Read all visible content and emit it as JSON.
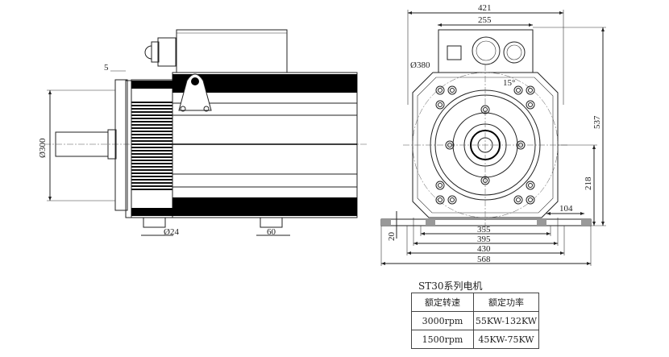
{
  "side_view": {
    "dims": {
      "flange_gap": "5",
      "flange_diameter": "Ø300",
      "foot_hole": "Ø24",
      "foot_width": "60"
    }
  },
  "front_view": {
    "dims": {
      "overall_width": "421",
      "box_width": "255",
      "bolt_circle": "Ø380",
      "angle": "15°",
      "height": "537",
      "center_height": "218",
      "foot_offset": "104",
      "base_thickness": "20",
      "width_355": "355",
      "width_395": "395",
      "width_430": "430",
      "width_568": "568"
    }
  },
  "spec": {
    "title": "ST30系列电机",
    "headers": [
      "额定转速",
      "额定功率"
    ],
    "rows": [
      {
        "speed": "3000rpm",
        "power": "55KW-132KW"
      },
      {
        "speed": "1500rpm",
        "power": "45KW-75KW"
      }
    ]
  }
}
